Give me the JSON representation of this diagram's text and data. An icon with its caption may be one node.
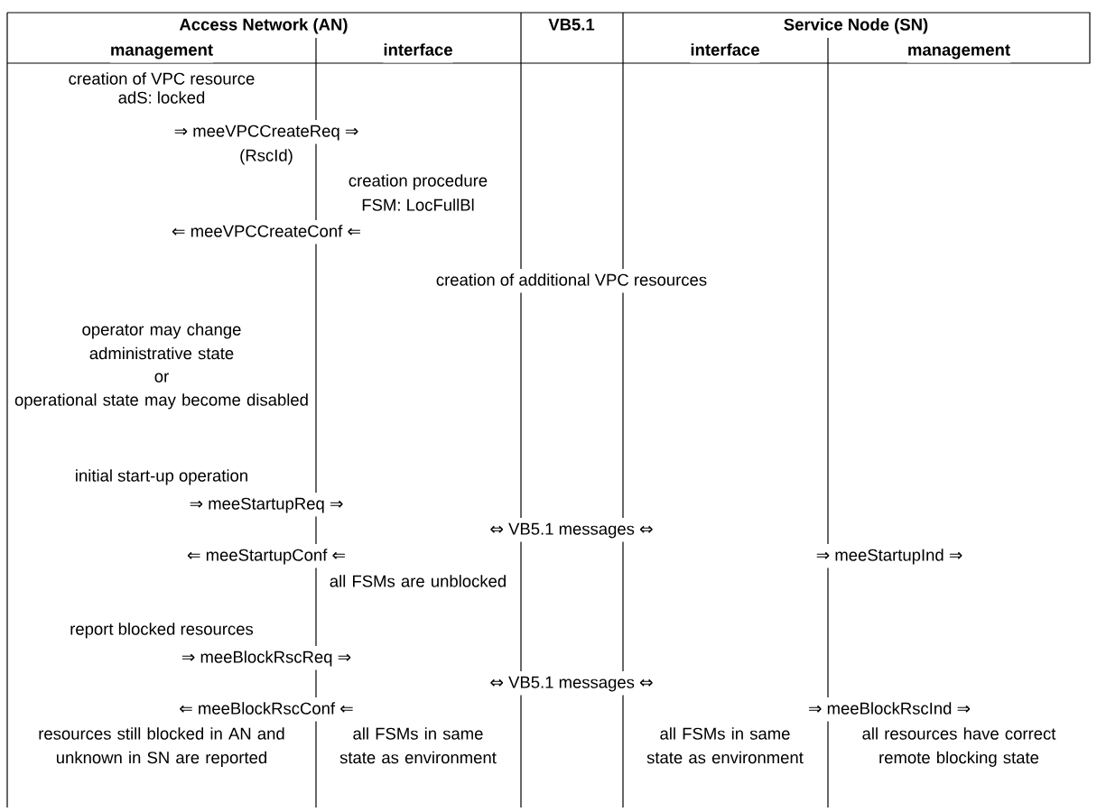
{
  "diagram": {
    "labels": [
      "Access Network (AN)",
      "VB5.1",
      "Service Node (SN)",
      "management",
      "interface",
      "interface",
      "management",
      "creation of VPC resource",
      "adS: locked",
      "⇒ meeVPCCreateReq ⇒",
      "(RscId)",
      "creation procedure",
      "FSM: LocFullBl",
      "⇐ meeVPCCreateConf ⇐",
      "creation of additional VPC resources",
      "operator may change administrative state",
      "or",
      "operational state may become disabled",
      "initial start-up operation",
      "⇒ meeStartupReq ⇒",
      "⇔ VB5.1 messages ⇔",
      "⇐ meeStartupConf ⇐",
      "⇒ meeStartupInd ⇒",
      "all FSMs are unblocked",
      "report blocked resources",
      "⇒ meeBlockRscReq ⇒",
      "⇔ VB5.1 messages ⇔",
      "⇐ meeBlockRscConf ⇐",
      "⇒ meeBlockRscInd ⇒",
      "resources still blocked in AN and unknown in SN are reported",
      "all FSMs in same state as environment",
      "all FSMs in same state as environment",
      "all resources have correct remote blocking state"
    ]
  }
}
